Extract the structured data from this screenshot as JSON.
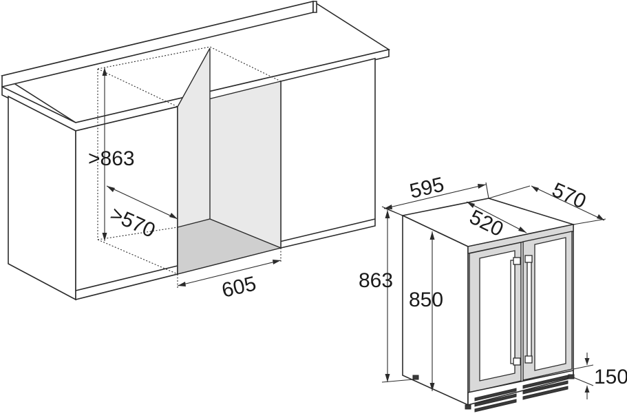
{
  "left_diagram": {
    "height_label": ">863",
    "depth_label": ">570",
    "width_label": "605"
  },
  "right_diagram": {
    "width_label": "595",
    "depth_label": "570",
    "inner_width_label": "520",
    "total_height_label": "863",
    "body_height_label": "850",
    "plinth_label": "150"
  }
}
